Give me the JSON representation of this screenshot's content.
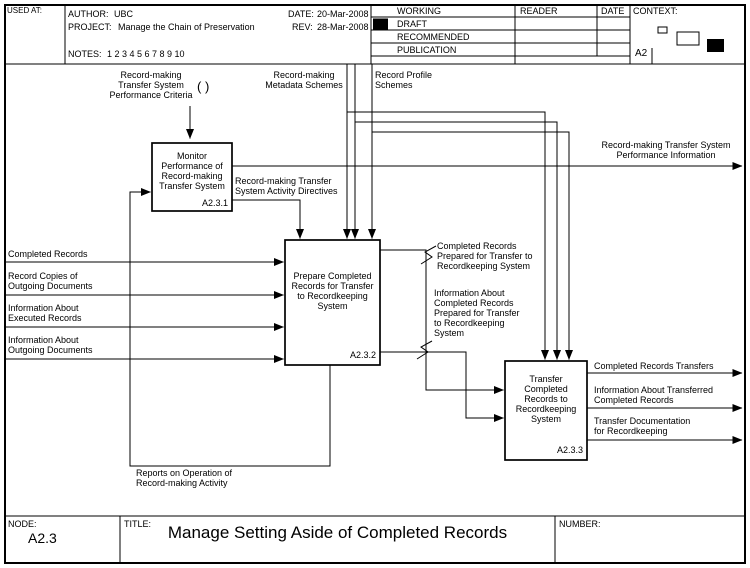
{
  "colors": {
    "ink": "#000000",
    "paper": "#ffffff"
  },
  "header": {
    "used_at_label": "USED AT:",
    "author_label": "AUTHOR:",
    "author_value": "UBC",
    "project_label": "PROJECT:",
    "project_value": "Manage the Chain of Preservation",
    "notes_label": "NOTES:",
    "notes_value": "1 2 3 4 5 6 7 8 9 10",
    "date_label": "DATE:",
    "date_value": "20-Mar-2008",
    "rev_label": "REV:",
    "rev_value": "28-Mar-2008",
    "status_rows": [
      "WORKING",
      "DRAFT",
      "RECOMMENDED",
      "PUBLICATION"
    ],
    "reader_label": "READER",
    "reader_date_label": "DATE",
    "context_label": "CONTEXT:",
    "context_node": "A2"
  },
  "diagram": {
    "boxes": [
      {
        "title": "Monitor\nPerformance of\nRecord-making\nTransfer System",
        "code": "A2.3.1"
      },
      {
        "title": "Prepare Completed\nRecords for Transfer\nto Recordkeeping\nSystem",
        "code": "A2.3.2"
      },
      {
        "title": "Transfer\nCompleted\nRecords to\nRecordkeeping\nSystem",
        "code": "A2.3.3"
      }
    ],
    "labels": {
      "perf_criteria": "Record-making\nTransfer System\nPerformance Criteria",
      "call_symbol": "( )",
      "metadata_schemes": "Record-making\nMetadata Schemes",
      "profile_schemes": "Record Profile\nSchemes",
      "perf_information": "Record-making Transfer System\nPerformance Information",
      "activity_directives": "Record-making Transfer\nSystem Activity Directives",
      "completed_records": "Completed Records",
      "record_copies": "Record Copies of\nOutgoing Documents",
      "info_executed": "Information About\nExecuted Records",
      "info_outgoing": "Information About\nOutgoing Documents",
      "records_prepared": "Completed Records\nPrepared for Transfer to\nRecordkeeping System",
      "info_prepared": "Information About\nCompleted Records\nPrepared for Transfer\nto Recordkeeping\nSystem",
      "records_transfers": "Completed Records Transfers",
      "info_transferred": "Information About Transferred\nCompleted Records",
      "transfer_documentation": "Transfer Documentation\nfor Recordkeeping",
      "reports": "Reports on Operation of\nRecord-making Activity"
    }
  },
  "footer": {
    "node_label": "NODE:",
    "node_value": "A2.3",
    "title_label": "TITLE:",
    "title_value": "Manage Setting Aside of Completed Records",
    "number_label": "NUMBER:"
  }
}
